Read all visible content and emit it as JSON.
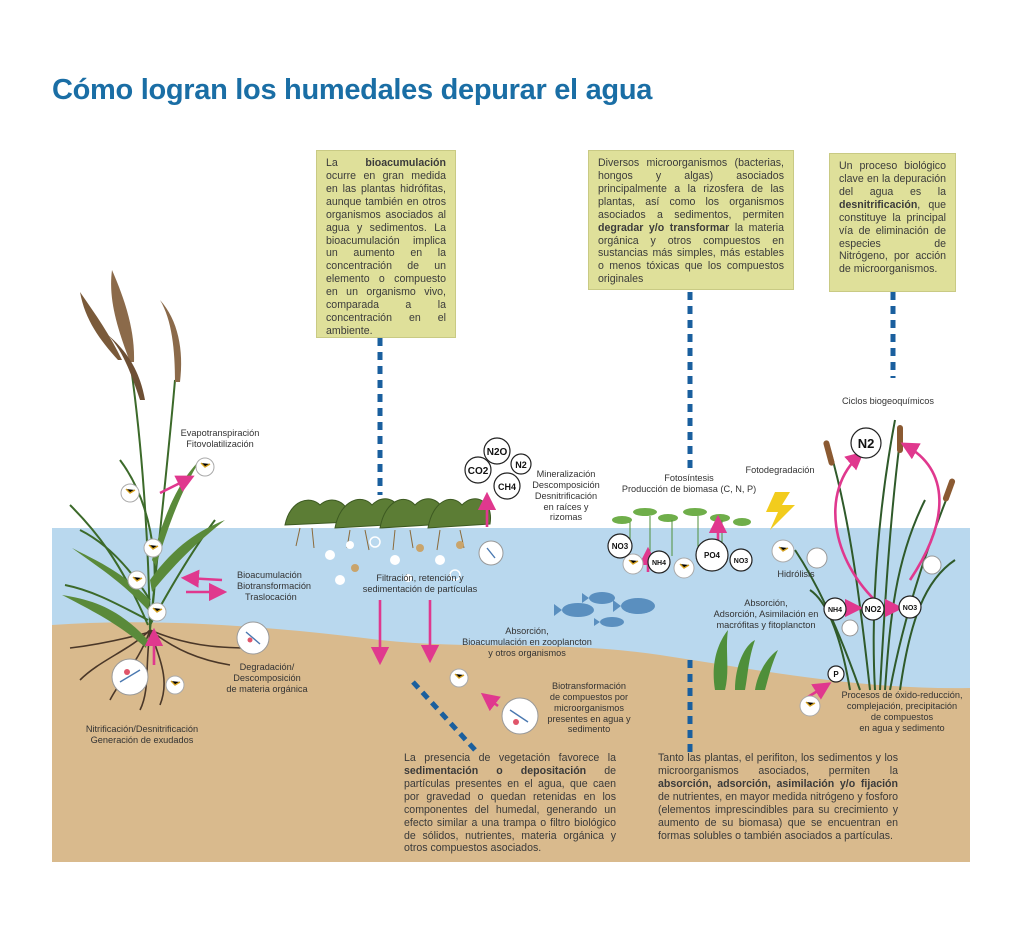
{
  "title": "Cómo logran los humedales depurar el agua",
  "boxes": {
    "bioacumulacion": {
      "pre": "La ",
      "bold": "bioacumulación",
      "post": " ocurre en gran medida en las plantas hidrófitas, aunque también en otros organismos asociados al agua y sedimentos. La bioacumulación implica un aumento en la concentración de un elemento o compuesto en un organismo vivo, comparada a la concentración en el ambiente."
    },
    "degradar": {
      "pre": "Diversos microorganismos (bacterias, hongos y algas) asociados principalmente a la rizosfera de las plantas, así como los organismos asociados a sedimentos, permiten ",
      "bold": "degradar y/o transformar",
      "post": " la materia orgánica y otros compuestos en sustancias más simples, más estables o menos tóxicas que los compuestos originales"
    },
    "desnitrificacion": {
      "pre": "Un proceso biológico clave en la depuración del agua es la ",
      "bold": "desnitrificación",
      "post": ", que constituye la principal vía de eliminación de especies de Nitrógeno, por acción de microorganismos."
    }
  },
  "bottom_texts": {
    "sedimentacion": {
      "pre": "La presencia de vegetación favorece la ",
      "bold": "sedimentación o depositación",
      "post": " de partículas presentes en el agua, que caen por gravedad o quedan retenidas en los componentes del humedal, generando un efecto similar a una trampa o filtro biológico de sólidos, nutrientes, materia orgánica y otros compuestos asociados."
    },
    "absorcion": {
      "pre": "Tanto las plantas, el perifiton, los sedimentos y los microorganismos asociados, permiten la ",
      "bold": "absorción, adsorción, asimilación y/o fijación",
      "post": " de nutrientes, en mayor medida nitrógeno y fosforo (elementos imprescindibles para su crecimiento y aumento de su biomasa) que se encuentran en formas solubles o también asociados a partículas."
    }
  },
  "labels": {
    "evapotranspiracion": "Evapotranspiración",
    "fitovolatilizacion": "Fitovolatilización",
    "bioacumulacion": "Bioacumulación",
    "biotransformacion": "Biotransformación",
    "traslocacion": "Traslocación",
    "degradacion_1": "Degradación/",
    "degradacion_2": "Descomposición",
    "degradacion_3": "de materia orgánica",
    "nitrificacion": "Nitrificación/Desnitrificación",
    "exudados": "Generación de exudados",
    "filtracion_1": "Filtración, retención y",
    "filtracion_2": "sedimentación de partículas",
    "mineralizacion_1": "Mineralización",
    "mineralizacion_2": "Descomposición",
    "mineralizacion_3": "Desnitrificación",
    "mineralizacion_4": "en raíces y",
    "mineralizacion_5": "rizomas",
    "fotosintesis_1": "Fotosíntesis",
    "fotosintesis_2": "Producción de biomasa (C, N, P)",
    "fotodegradacion": "Fotodegradación",
    "hidrolisis": "Hidrólisis",
    "ciclos": "Ciclos biogeoquímicos",
    "absorcion_zoo_1": "Absorción,",
    "absorcion_zoo_2": "Bioacumulación en zooplancton",
    "absorcion_zoo_3": "y otros organismos",
    "absorcion_macro_1": "Absorción,",
    "absorcion_macro_2": "Adsorción, Asimilación en",
    "absorcion_macro_3": "macrófitas y fitoplancton",
    "biotrans_1": "Biotransformación",
    "biotrans_2": "de compuestos por",
    "biotrans_3": "microorganismos",
    "biotrans_4": "presentes en agua y",
    "biotrans_5": "sedimento",
    "oxido_1": "Procesos de óxido-reducción,",
    "oxido_2": "complejación, precipitación",
    "oxido_3": "de compuestos",
    "oxido_4": "en agua y sedimento"
  },
  "chem": {
    "n2o": "N2O",
    "co2": "CO2",
    "n2": "N2",
    "ch4": "CH4",
    "no3": "NO3",
    "nh4": "NH4",
    "po4": "PO4",
    "no3b": "NO3",
    "n2_big": "N2",
    "nh4b": "NH4",
    "no2": "NO2",
    "no3c": "NO3",
    "p": "P"
  },
  "colors": {
    "title": "#1a6ea5",
    "box": "#dfe09a",
    "water": "#b8d8ef",
    "sediment": "#d8b98c",
    "arrow": "#e0388e",
    "dashed": "#1a5f9e"
  }
}
